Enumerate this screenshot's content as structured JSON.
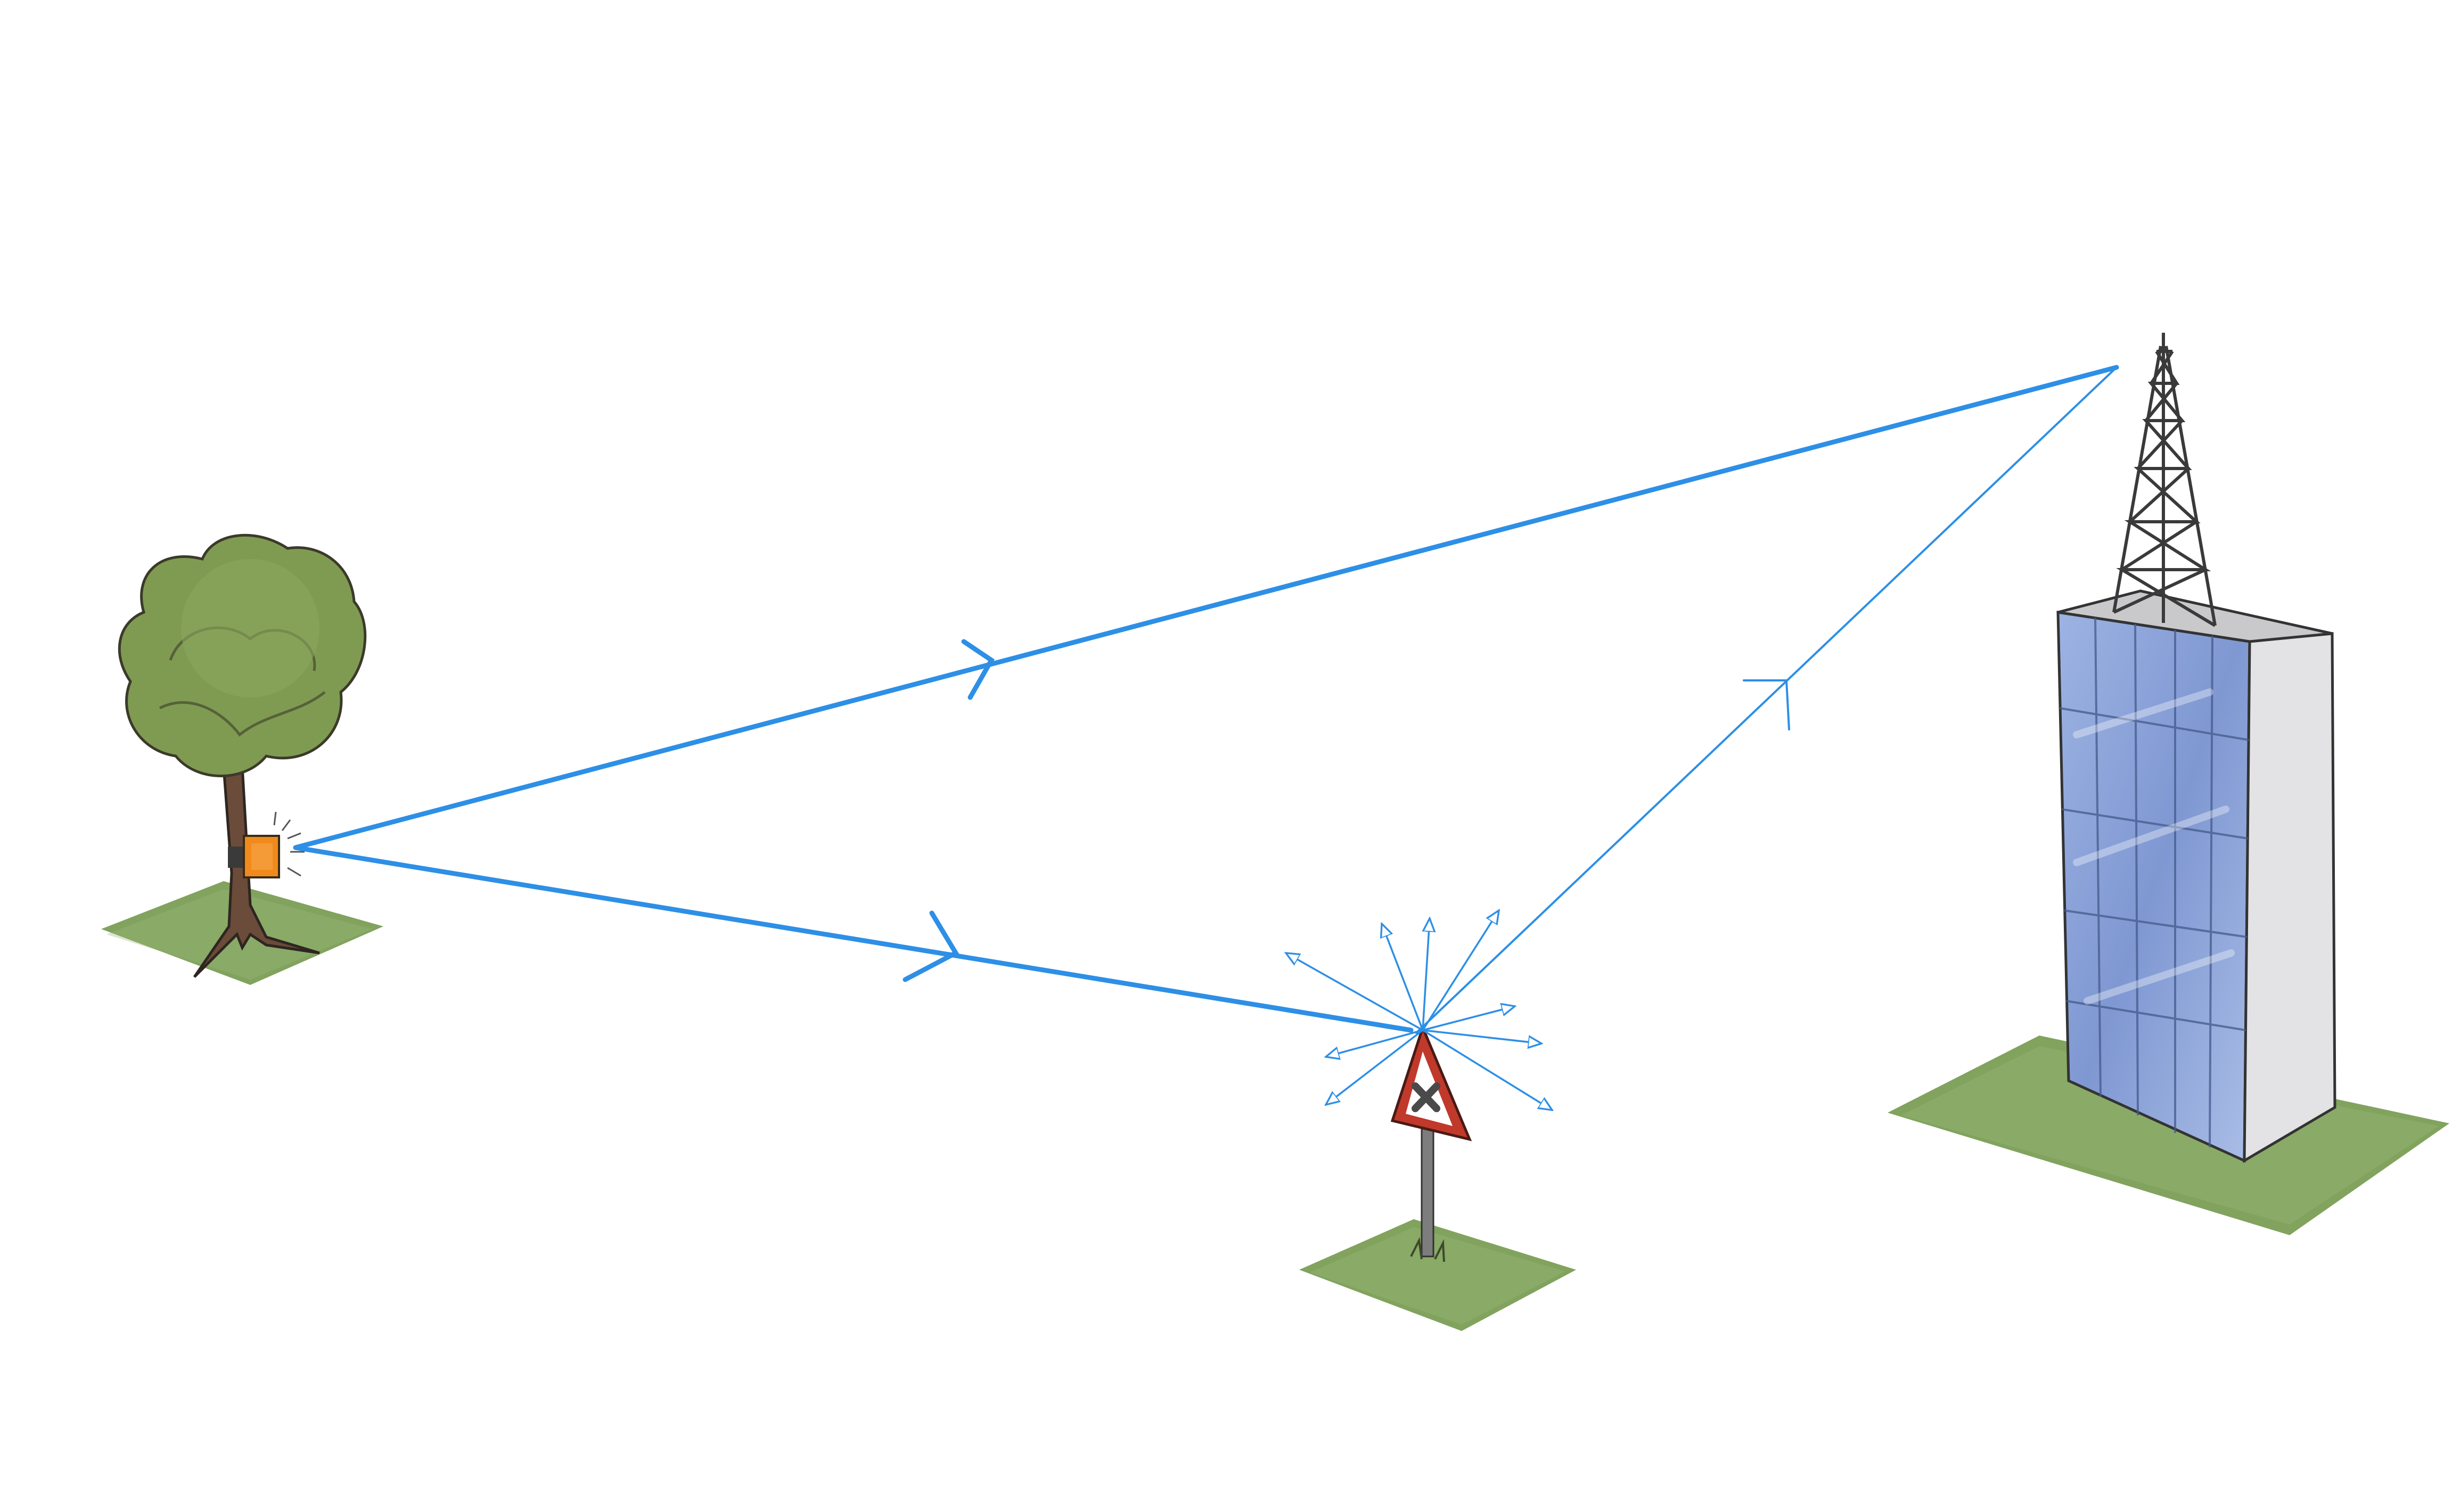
{
  "scene": {
    "background": "#ffffff",
    "signal_color": "#2d8fe6",
    "grass_color": "#7a9e55",
    "grass_light": "#9ab878",
    "tree_foliage": "#7f9b52",
    "tree_trunk": "#6b4b3a",
    "device_color": "#f08a1c",
    "sign_red": "#c0392b",
    "building_glass": "#8aa3d8",
    "building_side": "#e3e3e6"
  },
  "objects": [
    {
      "id": "tree",
      "icon": "tree-with-sensor-icon",
      "role": "transmitter"
    },
    {
      "id": "sign",
      "icon": "warning-sign-icon",
      "role": "reflector"
    },
    {
      "id": "building",
      "icon": "building-with-antenna-icon",
      "role": "receiver"
    }
  ],
  "paths": [
    {
      "id": "direct",
      "from": "tree",
      "to": "building"
    },
    {
      "id": "to-sign",
      "from": "tree",
      "to": "sign"
    },
    {
      "id": "reflected",
      "from": "sign",
      "to": "building"
    }
  ]
}
